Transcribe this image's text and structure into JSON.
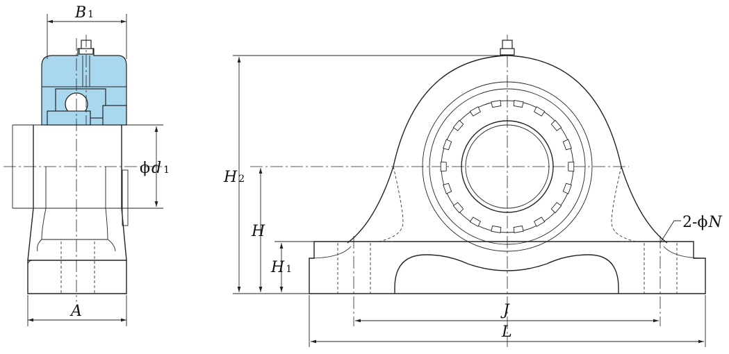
{
  "labels": {
    "b1": {
      "main": "B",
      "sub": "1"
    },
    "d1": {
      "prefix": "ϕ",
      "main": "d",
      "sub": "1"
    },
    "a": {
      "main": "A"
    },
    "h2": {
      "main": "H",
      "sub": "2"
    },
    "h": {
      "main": "H"
    },
    "h1": {
      "main": "H",
      "sub": "1"
    },
    "j": {
      "main": "J"
    },
    "l": {
      "main": "L"
    },
    "n": {
      "prefix": "2-ϕ",
      "main": "N"
    }
  },
  "colors": {
    "housing_highlight": "#a9d8ee",
    "line": "#222222"
  }
}
